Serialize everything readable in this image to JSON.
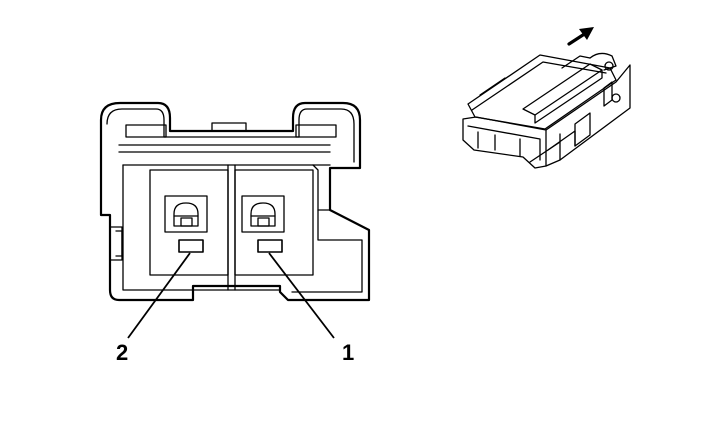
{
  "callouts": [
    {
      "id": "pin-2",
      "text": "2"
    },
    {
      "id": "pin-1",
      "text": "1"
    }
  ],
  "icons": {
    "connector_face": "connector-face-view-icon",
    "connector_3d": "connector-isometric-icon",
    "direction_arrow": "arrow-up-right-icon"
  },
  "colors": {
    "line": "#000000",
    "background": "#ffffff"
  }
}
